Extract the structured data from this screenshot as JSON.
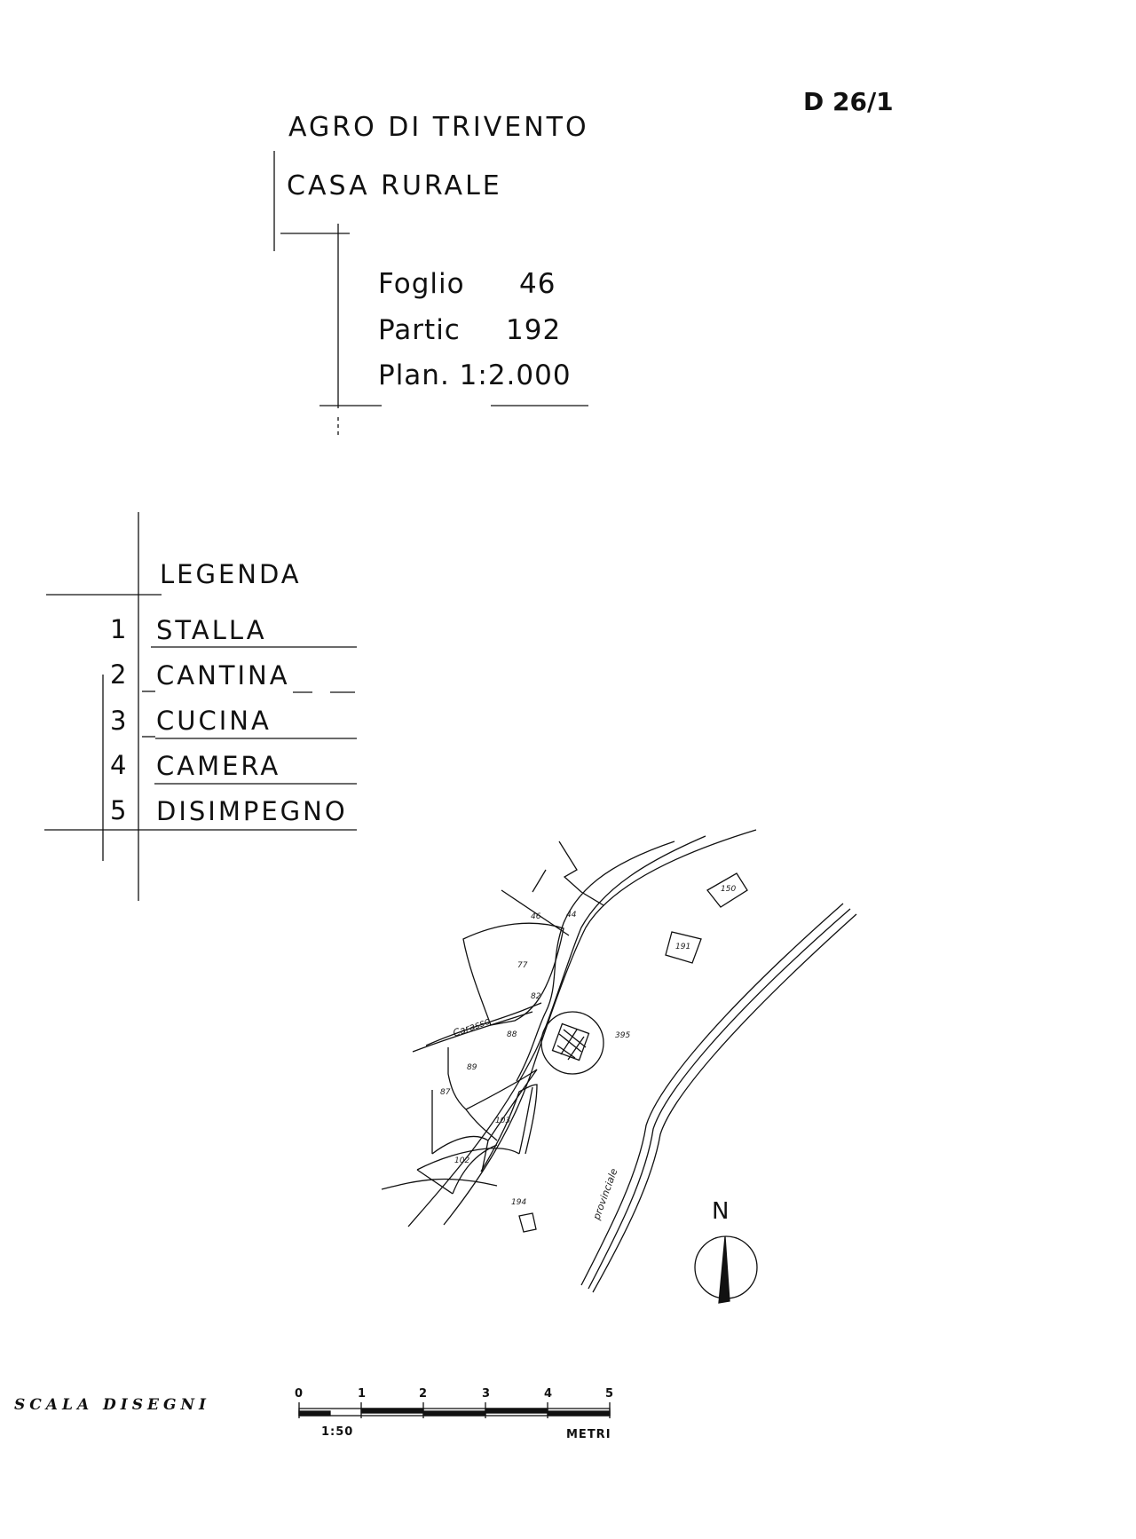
{
  "sheet_code": "D 26/1",
  "title": {
    "line1": "AGRO   DI   TRIVENTO",
    "line2": "CASA    RURALE"
  },
  "cadastral": {
    "foglio_label": "Foglio",
    "foglio_value": "46",
    "partic_label": "Partic",
    "partic_value": "192",
    "plan": "Plan. 1:2.000"
  },
  "legend": {
    "heading": "LEGENDA",
    "items": [
      {
        "num": "1",
        "label": "STALLA"
      },
      {
        "num": "2",
        "label": "CANTINA"
      },
      {
        "num": "3",
        "label": "CUCINA"
      },
      {
        "num": "4",
        "label": "CAMERA"
      },
      {
        "num": "5",
        "label": "DISIMPEGNO"
      }
    ]
  },
  "map": {
    "north_label": "N",
    "road_label": "provinciale",
    "path_label": "Carasso",
    "parcels": [
      "46",
      "44",
      "77",
      "88",
      "89",
      "87",
      "103",
      "102",
      "395",
      "150",
      "191",
      "194",
      "82"
    ]
  },
  "scale": {
    "title": "SCALA   DISEGNI",
    "ticks": [
      "0",
      "1",
      "2",
      "3",
      "4",
      "5"
    ],
    "ratio": "1:50",
    "unit": "METRI"
  }
}
